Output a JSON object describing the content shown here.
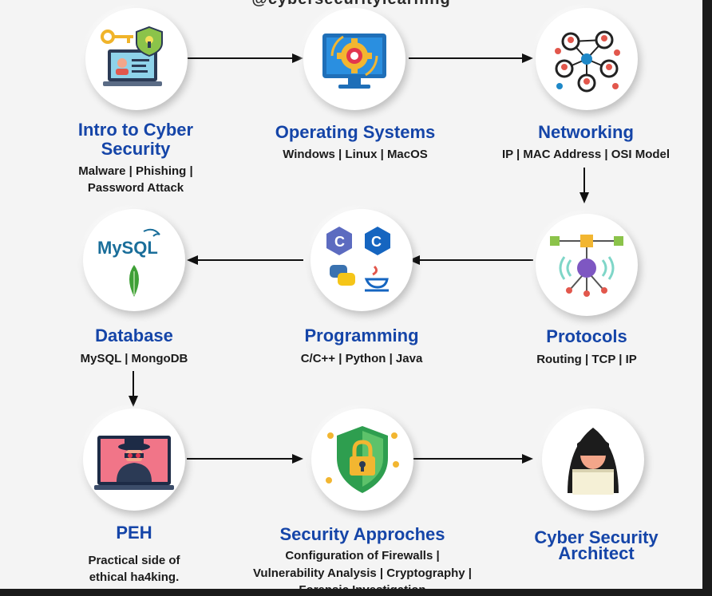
{
  "header": {
    "handle": "@cybersecuritylearning"
  },
  "nodes": {
    "intro": {
      "title": "Intro to Cyber Security",
      "subtitle_line1": "Malware | Phishing |",
      "subtitle_line2": "Password Attack",
      "icon": "laptop-id-key-shield-icon"
    },
    "os": {
      "title": "Operating Systems",
      "subtitle": "Windows | Linux | MacOS",
      "icon": "monitor-gear-icon"
    },
    "networking": {
      "title": "Networking",
      "subtitle": "IP | MAC Address | OSI Model",
      "icon": "people-network-icon"
    },
    "protocols": {
      "title": "Protocols",
      "subtitle": "Routing | TCP | IP",
      "icon": "protocol-hub-icon"
    },
    "programming": {
      "title": "Programming",
      "subtitle": "C/C++ | Python | Java",
      "icon": "language-logos-icon"
    },
    "database": {
      "title": "Database",
      "subtitle": "MySQL | MongoDB",
      "icon": "mysql-mongodb-icon",
      "mysql_text": "MySQL"
    },
    "peh": {
      "title": "PEH",
      "subtitle_line1": "Practical side of",
      "subtitle_line2": "ethical ha4king.",
      "icon": "hacker-laptop-icon"
    },
    "security_approaches": {
      "title": "Security Approches",
      "subtitle_line1": "Configuration of Firewalls |",
      "subtitle_line2": "Vulnerability Analysis | Cryptography |",
      "subtitle_line3": "Forensic Investigation",
      "icon": "shield-lock-icon"
    },
    "architect": {
      "title_line1": "Cyber Security",
      "title_line2": "Architect",
      "icon": "hooded-hacker-icon"
    }
  },
  "colors": {
    "title_blue": "#1545a8",
    "text_dark": "#1b1b1b",
    "background": "#f4f4f4"
  }
}
